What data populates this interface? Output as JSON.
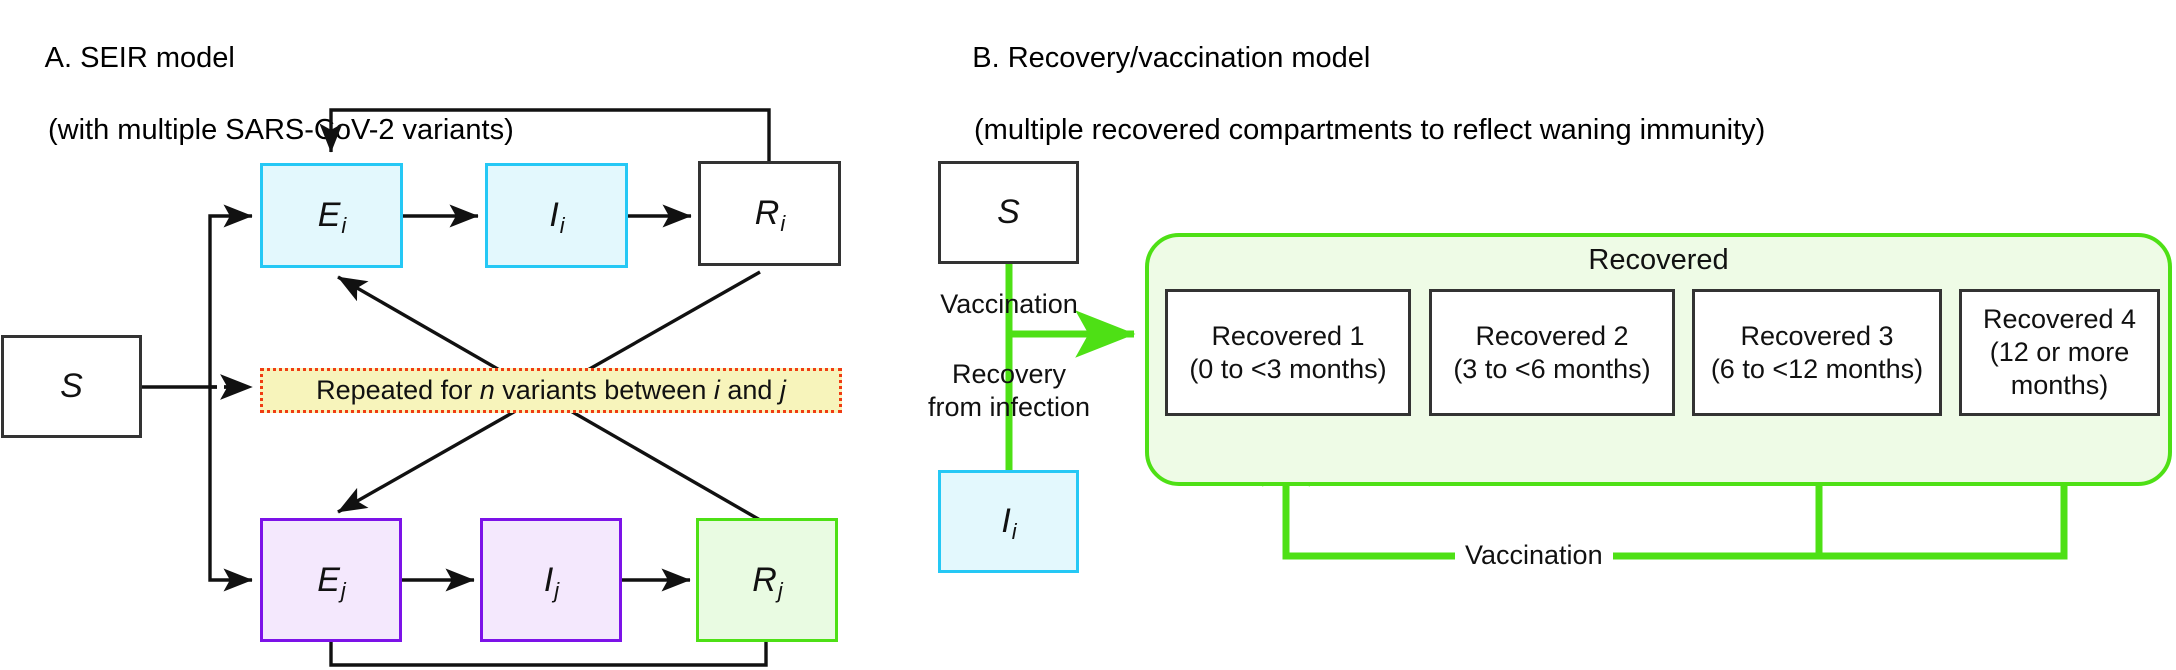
{
  "panelA": {
    "title_line1": "A. SEIR model",
    "title_line2": "(with multiple SARS-CoV-2 variants)",
    "nodes": {
      "s": "S",
      "e_i": "E",
      "e_i_sub": "i",
      "i_i": "I",
      "i_i_sub": "i",
      "r_i": "R",
      "r_i_sub": "i",
      "e_j": "E",
      "e_j_sub": "j",
      "i_j": "I",
      "i_j_sub": "j",
      "r_j": "R",
      "r_j_sub": "j"
    },
    "repeat_note": {
      "part1": "Repeated for ",
      "em1": "n",
      "part2": " variants between ",
      "em2": "i",
      "part3": " and ",
      "em3": "j"
    },
    "colors": {
      "cyan_fill": "#e3f8fd",
      "cyan_stroke": "#25c8f5",
      "purple_fill": "#f4e8fd",
      "purple_stroke": "#7c12e8",
      "green_fill": "#e9fbe2",
      "green_stroke": "#4ee015",
      "note_fill": "#f7f4bb",
      "note_stroke": "#f03c12",
      "arrow": "#111111"
    }
  },
  "panelB": {
    "title_line1": "B. Recovery/vaccination model",
    "title_line2": "(multiple recovered compartments to reflect waning immunity)",
    "nodes": {
      "s": "S",
      "i_i": "I",
      "i_i_sub": "i"
    },
    "labels": {
      "vaccination_top": "Vaccination",
      "recovery_from_infection": "Recovery\nfrom infection",
      "vaccination_bottom": "Vaccination",
      "recovered_group": "Recovered"
    },
    "recovered": [
      {
        "name": "Recovered 1",
        "range": "(0 to <3 months)"
      },
      {
        "name": "Recovered 2",
        "range": "(3 to <6 months)"
      },
      {
        "name": "Recovered 3",
        "range": "(6 to <12 months)"
      },
      {
        "name": "Recovered 4",
        "range": "(12 or more\nmonths)"
      }
    ],
    "colors": {
      "green_accent": "#4ee015",
      "group_fill": "#eefbe6",
      "cyan_fill": "#e3f8fd",
      "cyan_stroke": "#25c8f5",
      "box_stroke": "#333333"
    }
  }
}
